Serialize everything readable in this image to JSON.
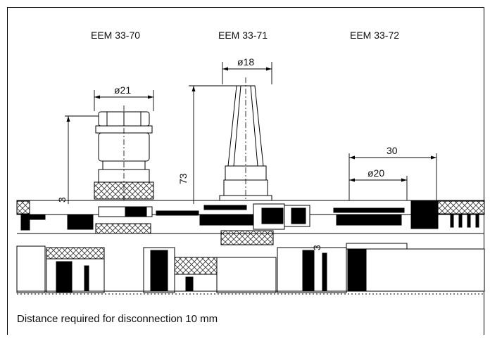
{
  "models": [
    "EEM 33-70",
    "EEM 33-71",
    "EEM 33-72"
  ],
  "dimensions": {
    "d21": "ø21",
    "d18": "ø18",
    "d20": "ø20",
    "w30": "30",
    "h73": "73",
    "h3a": "3",
    "h3b": "3"
  },
  "caption": "Distance required for disconnection 10 mm",
  "colors": {
    "line": "#000000",
    "background": "#ffffff",
    "hatch": "#333333"
  }
}
